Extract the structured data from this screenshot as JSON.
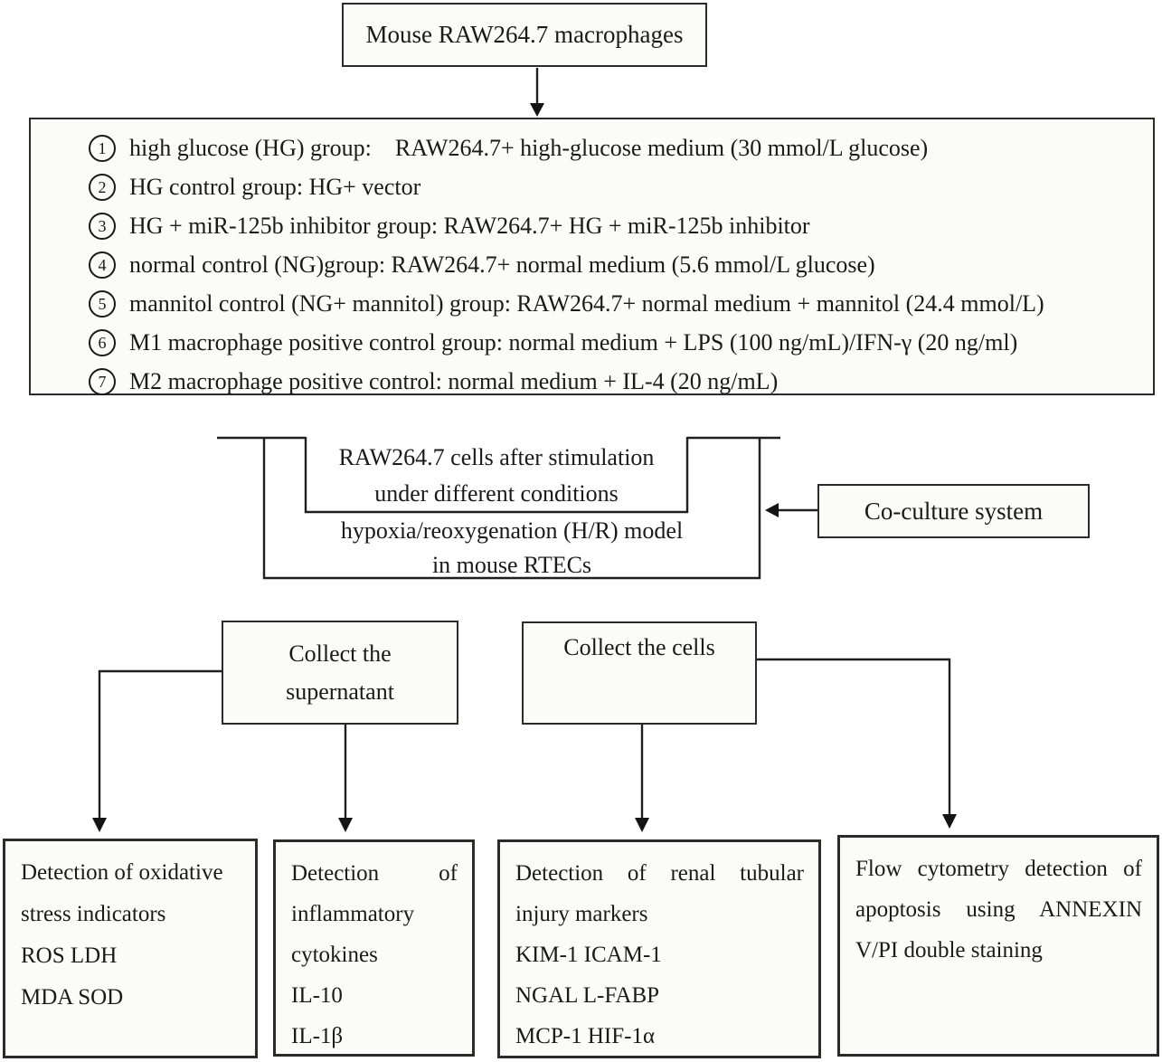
{
  "title_box": "Mouse RAW264.7 macrophages",
  "protocol": {
    "items": [
      {
        "num": "1",
        "text": "high glucose (HG) group:    RAW264.7+ high-glucose medium (30 mmol/L glucose)"
      },
      {
        "num": "2",
        "text": "HG control group: HG+ vector"
      },
      {
        "num": "3",
        "text": "HG + miR-125b inhibitor group: RAW264.7+ HG + miR-125b inhibitor"
      },
      {
        "num": "4",
        "text": "normal control (NG)group: RAW264.7+ normal medium (5.6 mmol/L glucose)"
      },
      {
        "num": "5",
        "text": "mannitol control (NG+ mannitol) group: RAW264.7+ normal medium + mannitol (24.4 mmol/L)"
      },
      {
        "num": "6",
        "text": "M1 macrophage positive control group: normal medium + LPS (100 ng/mL)/IFN-γ (20 ng/ml)"
      },
      {
        "num": "7",
        "text": "M2 macrophage positive control: normal medium + IL-4 (20 ng/mL)"
      }
    ]
  },
  "coculture": {
    "insert_line1": "RAW264.7 cells after stimulation",
    "insert_line2": "under different conditions",
    "dish_line1": "hypoxia/reoxygenation (H/R) model",
    "dish_line2": "in mouse RTECs",
    "label": "Co-culture system"
  },
  "collect": {
    "supernatant_line1": "Collect the",
    "supernatant_line2": "supernatant",
    "cells": "Collect the cells"
  },
  "outputs": {
    "oxidative": {
      "lines": [
        "Detection of oxidative",
        "stress indicators",
        "ROS LDH",
        "MDA SOD"
      ]
    },
    "cytokines": {
      "lines": [
        "Detection of",
        "inflammatory",
        "cytokines",
        "IL-10",
        "IL-1β"
      ]
    },
    "injury": {
      "lines": [
        "Detection of renal tubular",
        "injury markers",
        "KIM-1 ICAM-1",
        "NGAL L-FABP",
        "MCP-1 HIF-1α"
      ]
    },
    "apoptosis": {
      "lines": [
        "Flow cytometry detection of",
        "apoptosis using ANNEXIN",
        "V/PI double staining"
      ]
    }
  },
  "colors": {
    "line": "#1f1f1f",
    "box_fill": "#fbfbfa",
    "text": "#1a1a1a"
  }
}
